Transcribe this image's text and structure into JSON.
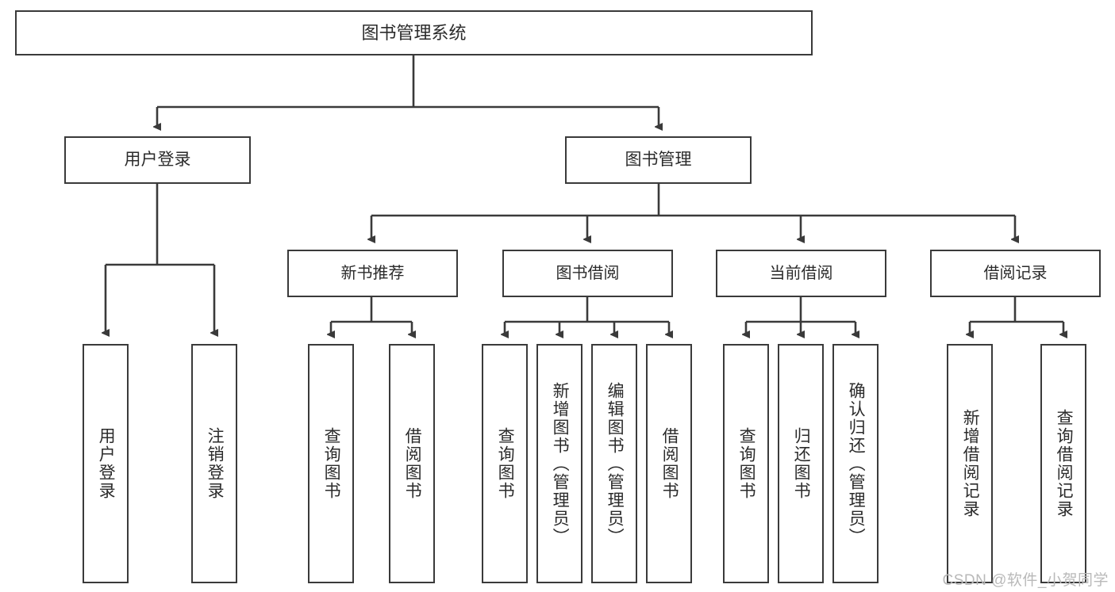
{
  "diagram": {
    "title": "图书管理系统",
    "type": "hierarchy-tree",
    "root": {
      "id": "root",
      "label": "图书管理系统"
    },
    "level1": [
      {
        "id": "user-login",
        "label": "用户登录"
      },
      {
        "id": "book-manage",
        "label": "图书管理"
      }
    ],
    "level2": [
      {
        "id": "new-book-rec",
        "label": "新书推荐",
        "parent": "book-manage"
      },
      {
        "id": "book-borrow",
        "label": "图书借阅",
        "parent": "book-manage"
      },
      {
        "id": "current-borrow",
        "label": "当前借阅",
        "parent": "book-manage"
      },
      {
        "id": "borrow-record",
        "label": "借阅记录",
        "parent": "book-manage"
      }
    ],
    "leaves": [
      {
        "id": "leaf-user-login",
        "label": "用户登录",
        "parent": "user-login"
      },
      {
        "id": "leaf-user-logout",
        "label": "注销登录",
        "parent": "user-login"
      },
      {
        "id": "leaf-query-book-1",
        "label": "查询图书",
        "parent": "new-book-rec"
      },
      {
        "id": "leaf-borrow-book-1",
        "label": "借阅图书",
        "parent": "new-book-rec"
      },
      {
        "id": "leaf-query-book-2",
        "label": "查询图书",
        "parent": "book-borrow"
      },
      {
        "id": "leaf-add-book",
        "label": "新增图书（管理员）",
        "parent": "book-borrow"
      },
      {
        "id": "leaf-edit-book",
        "label": "编辑图书（管理员）",
        "parent": "book-borrow"
      },
      {
        "id": "leaf-borrow-book-2",
        "label": "借阅图书",
        "parent": "book-borrow"
      },
      {
        "id": "leaf-query-book-3",
        "label": "查询图书",
        "parent": "current-borrow"
      },
      {
        "id": "leaf-return-book",
        "label": "归还图书",
        "parent": "current-borrow"
      },
      {
        "id": "leaf-confirm-return",
        "label": "确认归还（管理员）",
        "parent": "current-borrow"
      },
      {
        "id": "leaf-add-record",
        "label": "新增借阅记录",
        "parent": "borrow-record"
      },
      {
        "id": "leaf-query-record",
        "label": "查询借阅记录",
        "parent": "borrow-record"
      }
    ]
  },
  "watermark": {
    "text": "CSDN @软件_小贺同学"
  },
  "colors": {
    "stroke": "#3a3a3a",
    "text": "#2b2b2b",
    "background": "#ffffff",
    "watermark": "#b9b9b9"
  }
}
